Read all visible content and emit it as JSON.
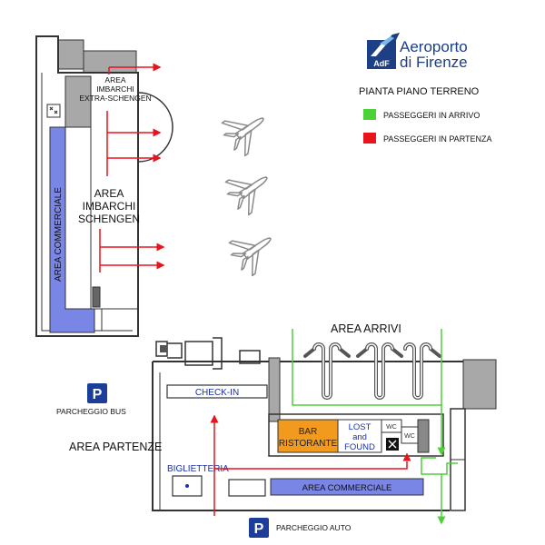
{
  "brand": {
    "logo_mark": "AdF",
    "name_line1": "Aeroporto",
    "name_line2": "di Firenze"
  },
  "legend": {
    "title": "PIANTA PIANO TERRENO",
    "arrivals": "PASSEGGERI IN ARRIVO",
    "departures": "PASSEGGERI IN PARTENZA"
  },
  "areas": {
    "extra_schengen": [
      "AREA",
      "IMBARCHI",
      "EXTRA-SCHENGEN"
    ],
    "schengen": [
      "AREA",
      "IMBARCHI",
      "SCHENGEN"
    ],
    "commerciale_vertical": "AREA COMMERCIALE",
    "arrivi": "AREA ARRIVI",
    "partenze": "AREA PARTENZE",
    "check_in": "CHECK-IN",
    "biglietteria": "BIGLIETTERIA",
    "bar": [
      "BAR",
      "RISTORANTE"
    ],
    "lost_found": [
      "LOST",
      "and",
      "FOUND"
    ],
    "wc": "WC",
    "commerciale_bottom": "AREA COMMERCIALE"
  },
  "parking": {
    "bus_label": "PARCHEGGIO BUS",
    "auto_label": "PARCHEGGIO AUTO",
    "symbol": "P"
  },
  "colors": {
    "arrival_green": "#4cd137",
    "departure_red": "#e8141c",
    "commercial_blue": "#7a86e6",
    "bar_orange": "#f29a1e",
    "brand_navy": "#1d3f86",
    "gray_block": "#a8a8a8",
    "parking_blue": "#1c3e9a"
  }
}
